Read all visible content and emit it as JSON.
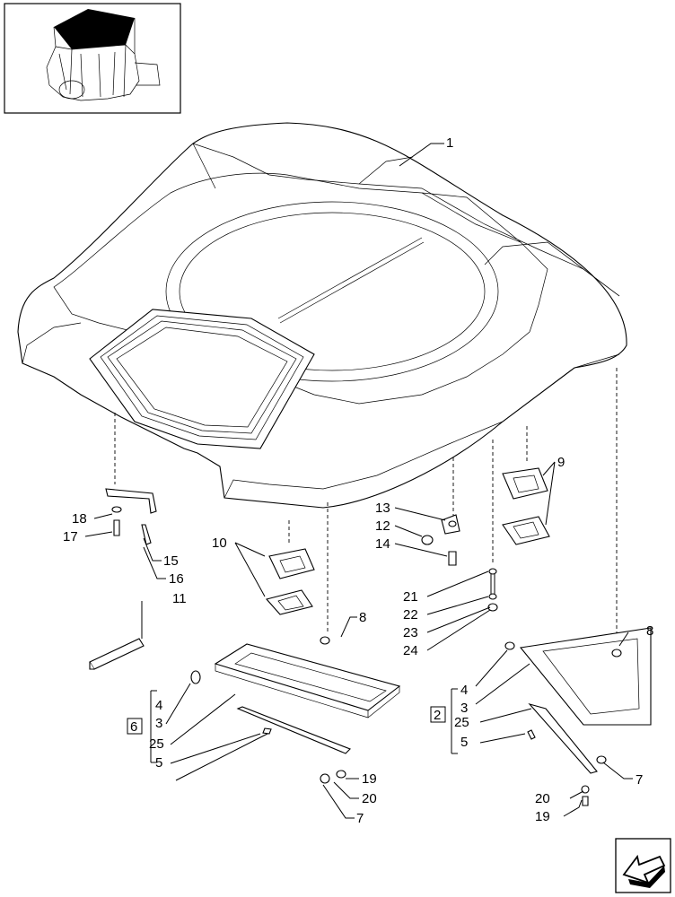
{
  "labels": {
    "l1": "1",
    "l9": "9",
    "l10": "10",
    "l11": "11",
    "l13": "13",
    "l12": "12",
    "l14": "14",
    "l18": "18",
    "l17": "17",
    "l15": "15",
    "l16": "16",
    "l21": "21",
    "l22": "22",
    "l23": "23",
    "l24": "24",
    "l8a": "8",
    "l8b": "8",
    "lA4": "4",
    "lA3": "3",
    "lA25": "25",
    "lA5": "5",
    "lA6": "6",
    "lA19": "19",
    "lA20": "20",
    "lA7": "7",
    "lB4": "4",
    "lB3": "3",
    "lB25": "25",
    "lB5": "5",
    "lB2": "2",
    "lB7": "7",
    "lB20": "20",
    "lB19": "19"
  },
  "icons": {
    "thumbnail": "cab-roof-thumbnail-icon",
    "nav": "next-page-arrow-icon"
  }
}
